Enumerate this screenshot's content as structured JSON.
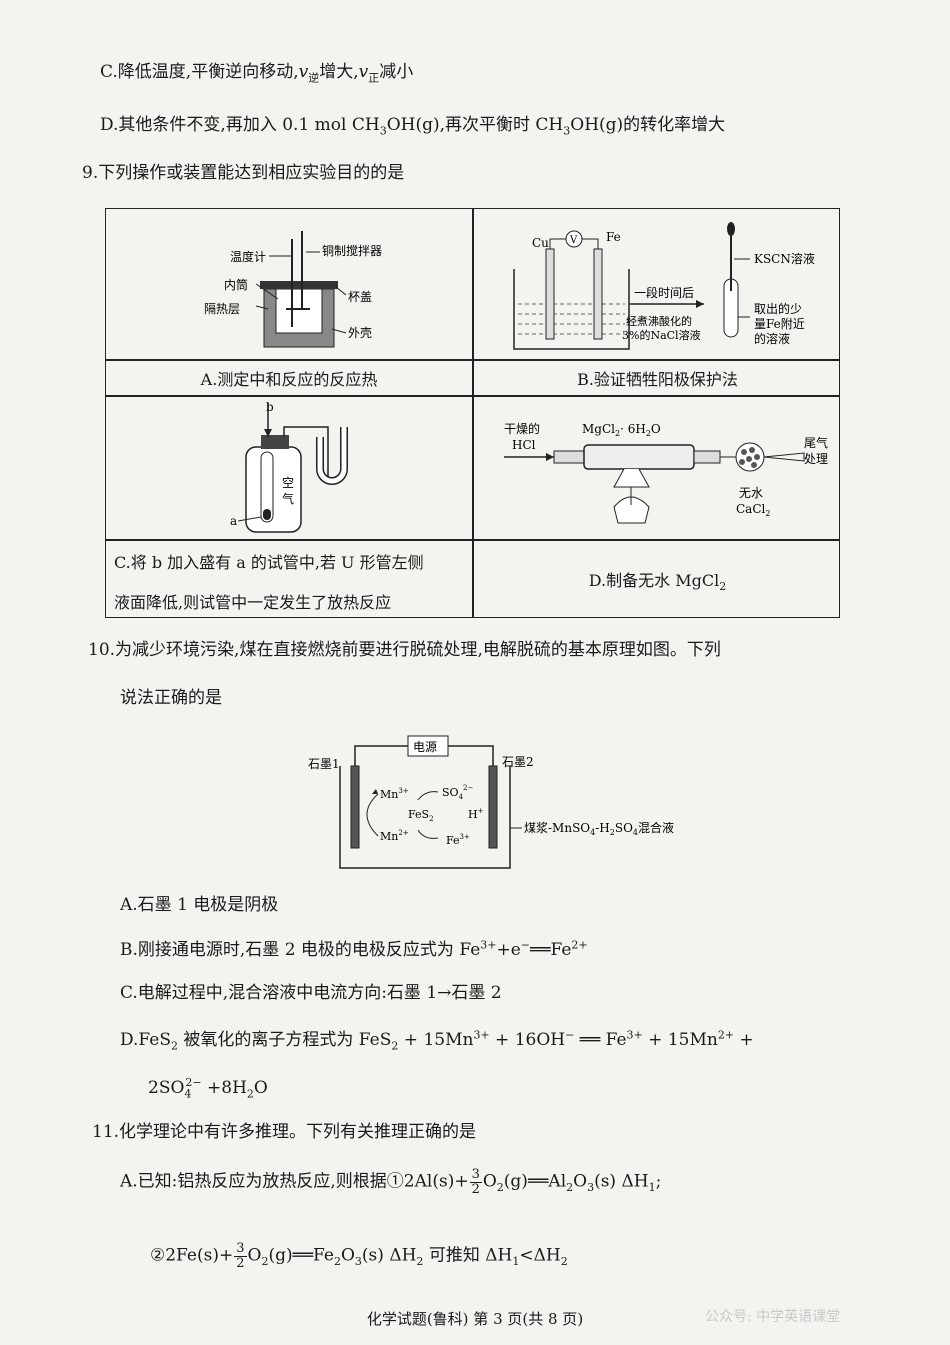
{
  "q8": {
    "optC": [
      "C.降低温度,平衡逆向移动,",
      "v",
      "逆",
      "增大,",
      "v",
      "正",
      "减小"
    ],
    "optD": [
      "D.其他条件不变,再加入 0.1 mol CH",
      "3",
      "OH(g),再次平衡时 CH",
      "3",
      "OH(g)的转化率增大"
    ]
  },
  "q9": {
    "stem": "9.下列操作或装置能达到相应实验目的的是",
    "A": {
      "caption": "A.测定中和反应的反应热",
      "labels": {
        "thermometer": "温度计",
        "stirrer": "铜制搅拌器",
        "inner": "内筒",
        "insulation": "隔热层",
        "lid": "杯盖",
        "shell": "外壳"
      }
    },
    "B": {
      "caption": "B.验证牺牲阳极保护法",
      "labels": {
        "cu": "Cu",
        "v": "V",
        "fe": "Fe",
        "kscn": "KSCN溶液",
        "after": "一段时间后",
        "sol1": "经煮沸酸化的",
        "sol2": "3%的NaCl溶液",
        "take1": "取出的少",
        "take2": "量Fe附近",
        "take3": "的溶液"
      }
    },
    "C": {
      "caption1": "C.将 b 加入盛有 a 的试管中,若 U 形管左侧",
      "caption2": "液面降低,则试管中一定发生了放热反应",
      "labels": {
        "b": "b",
        "a": "a",
        "air1": "空",
        "air2": "气"
      }
    },
    "D": {
      "caption": [
        "D.制备无水 MgCl",
        "2"
      ],
      "labels": {
        "dry1": "干燥的",
        "dry2": "HCl",
        "mgcl": "MgCl",
        "mgcl_sub": "2",
        "mgcl_rest": "· 6H",
        "mgcl_sub2": "2",
        "mgcl_o": "O",
        "tail1": "尾气",
        "tail2": "处理",
        "anh": "无水",
        "cacl": "CaCl",
        "cacl_sub": "2"
      }
    }
  },
  "q10": {
    "stem1": "10.为减少环境污染,煤在直接燃烧前要进行脱硫处理,电解脱硫的基本原理如图。下列",
    "stem2": "说法正确的是",
    "diagram": {
      "power": "电源",
      "g1": "石墨1",
      "g2": "石墨2",
      "mn3": "Mn",
      "mn3_sup": "3+",
      "so4": "SO",
      "so4_sub": "4",
      "so4_sup": "2−",
      "fes2": "FeS",
      "fes2_sub": "2",
      "h": "H",
      "h_sup": "+",
      "mn2": "Mn",
      "mn2_sup": "2+",
      "fe3": "Fe",
      "fe3_sup": "3+",
      "mix": "煤浆-MnSO",
      "mix_sub": "4",
      "mix2": "-H",
      "mix_sub2": "2",
      "mix3": "SO",
      "mix_sub3": "4",
      "mix4": "混合液"
    },
    "A": "A.石墨 1 电极是阴极",
    "B": [
      "B.刚接通电源时,石墨 2 电极的电极反应式为 Fe",
      "3+",
      "+e",
      "−",
      "══Fe",
      "2+"
    ],
    "C": "C.电解过程中,混合溶液中电流方向:石墨 1→石墨 2",
    "D1": [
      "D.FeS",
      "2",
      " 被氧化的离子方程式为 FeS",
      "2",
      " + 15Mn",
      "3+",
      " + 16OH",
      "−",
      " ══ Fe",
      "3+",
      " + 15Mn",
      "2+",
      " +"
    ],
    "D2": [
      "2SO",
      "4",
      "2−",
      " +8H",
      "2",
      "O"
    ]
  },
  "q11": {
    "stem": "11.化学理论中有许多推理。下列有关推理正确的是",
    "A1": [
      "A.已知:铝热反应为放热反应,则根据①2Al(s)+",
      "3",
      "2",
      "O",
      "2",
      "(g)══Al",
      "2",
      "O",
      "3",
      "(s)    ΔH",
      "1",
      ";"
    ],
    "A2": [
      "②2Fe(s)+",
      "3",
      "2",
      "O",
      "2",
      "(g)══Fe",
      "2",
      "O",
      "3",
      "(s)    ΔH",
      "2",
      " 可推知 ΔH",
      "1",
      "<ΔH",
      "2"
    ]
  },
  "footer": "化学试题(鲁科)  第 3 页(共 8 页)",
  "watermark": "公众号: 中学英语课堂"
}
